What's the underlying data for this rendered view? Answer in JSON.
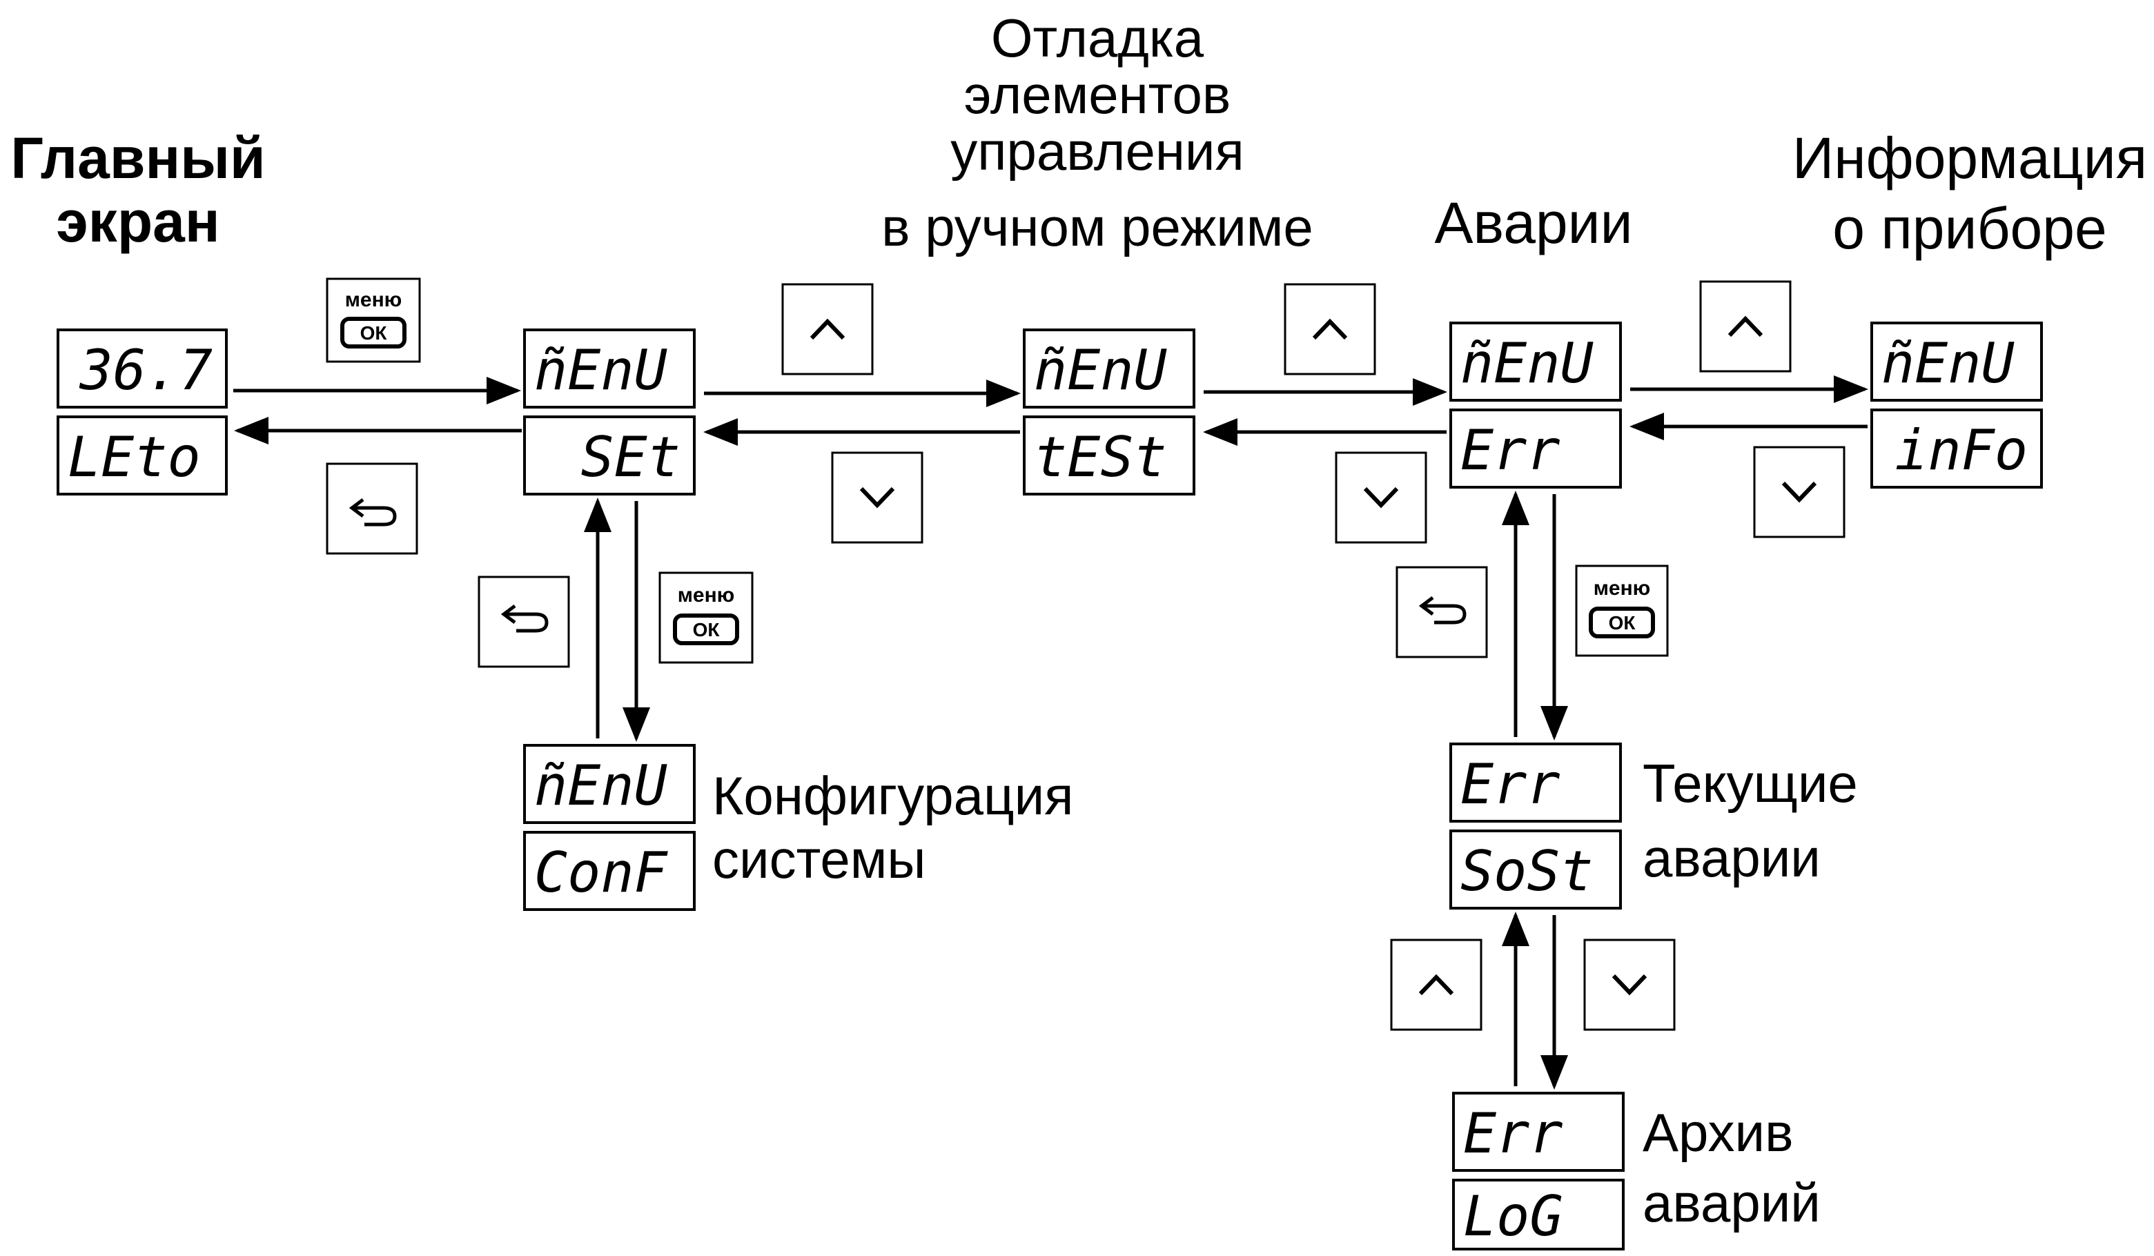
{
  "labels": {
    "main_screen": [
      "Главный",
      "экран"
    ],
    "debug": [
      "Отладка",
      "элементов",
      "управления",
      "в ручном режиме"
    ],
    "alarms": "Аварии",
    "info": [
      "Информация",
      "о приборе"
    ],
    "config": [
      "Конфигурация",
      "системы"
    ],
    "current_alarms": [
      "Текущие",
      "аварии"
    ],
    "alarm_archive": [
      "Архив",
      "аварий"
    ]
  },
  "displays": {
    "main": {
      "top": "36.7",
      "bottom": "LEto"
    },
    "set": {
      "top": "ñEnU",
      "bottom": "SEt"
    },
    "test": {
      "top": "ñEnU",
      "bottom": "tESt"
    },
    "err": {
      "top": "ñEnU",
      "bottom": "Err"
    },
    "info": {
      "top": "ñEnU",
      "bottom": "inFo"
    },
    "conf": {
      "top": "ñEnU",
      "bottom": "ConF"
    },
    "sost": {
      "top": "Err",
      "bottom": "SoSt"
    },
    "log": {
      "top": "Err",
      "bottom": "LoG"
    }
  },
  "buttons": {
    "menu_top": "меню",
    "menu_bottom": "ОК"
  },
  "icons": {
    "up": "chevron-up-icon",
    "down": "chevron-down-icon",
    "back": "return-arrow-icon"
  }
}
